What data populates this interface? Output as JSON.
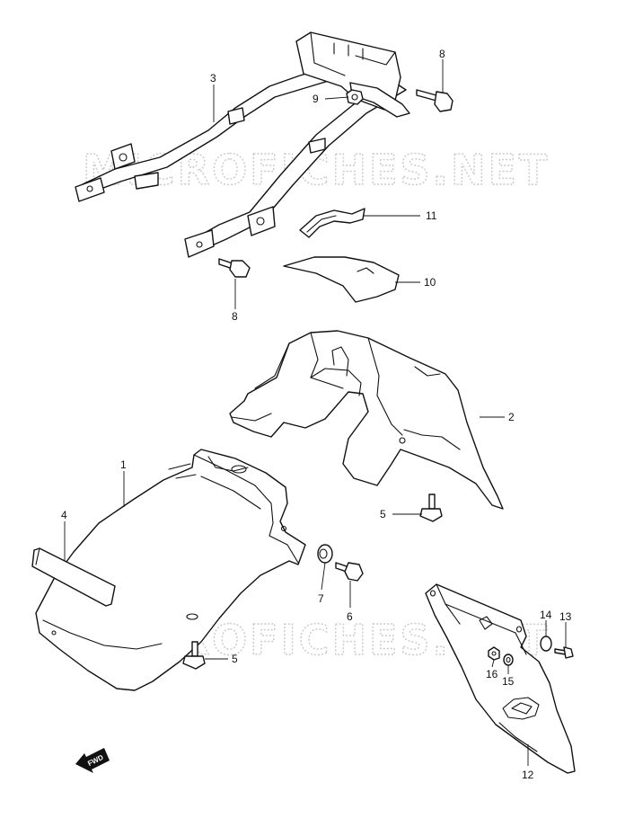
{
  "watermark": {
    "text": "MICROFICHES.NET"
  },
  "fwd_label": "FWD",
  "callouts": {
    "c1": "1",
    "c2": "2",
    "c3": "3",
    "c4": "4",
    "c5a": "5",
    "c5b": "5",
    "c6": "6",
    "c7": "7",
    "c8a": "8",
    "c8b": "8",
    "c9": "9",
    "c10": "10",
    "c11": "11",
    "c12": "12",
    "c13": "13",
    "c14": "14",
    "c15": "15",
    "c16": "16"
  }
}
